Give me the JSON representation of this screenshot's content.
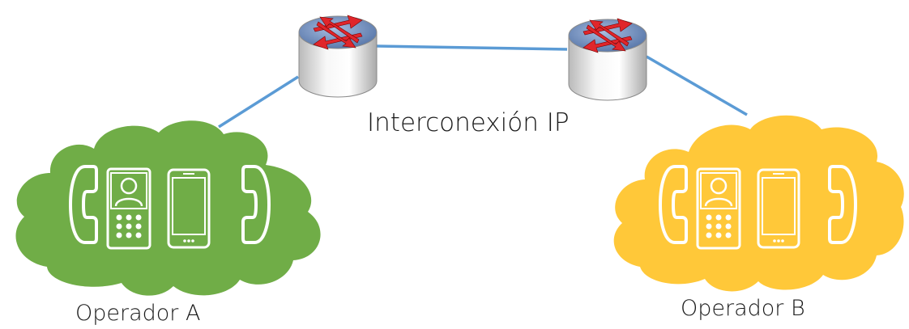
{
  "labels": {
    "interconnect": "Interconexión IP",
    "operator_a": "Operador A",
    "operator_b": "Operador B"
  },
  "colors": {
    "cloud_a": "#70AD47",
    "cloud_b": "#FFC839",
    "link": "#5B9BD5",
    "router_top": "#6F8FBF",
    "router_arrow": "#E0262B"
  },
  "icons": [
    "router-icon",
    "phone-handset-icon",
    "video-phone-icon",
    "smartphone-icon"
  ]
}
